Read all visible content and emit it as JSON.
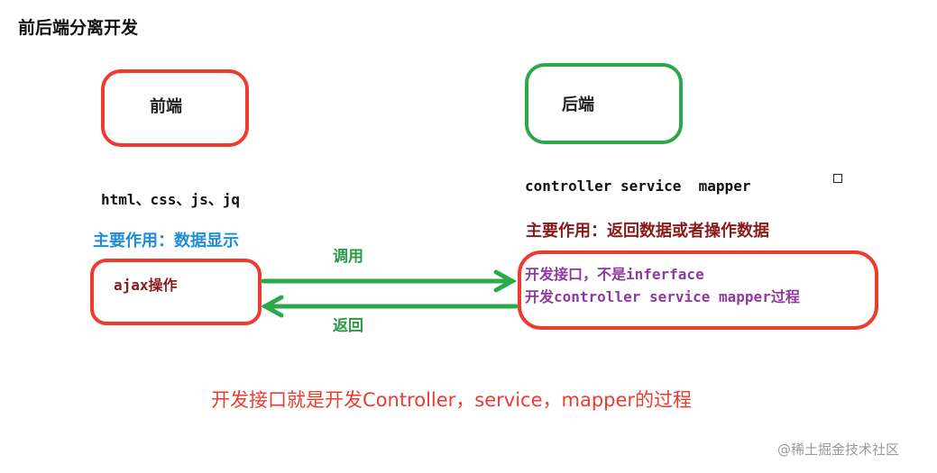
{
  "title": "前后端分离开发",
  "frontend": {
    "label": "前端",
    "tech": "html、css、js、jq",
    "role": "主要作用：数据显示",
    "ajax": "ajax操作"
  },
  "backend": {
    "label": "后端",
    "tech": "controller service  mapper",
    "role": "主要作用：返回数据或者操作数据",
    "line1": "开发接口，不是inferface",
    "line2": "开发controller service mapper过程"
  },
  "arrows": {
    "call": "调用",
    "return": "返回"
  },
  "summary": "开发接口就是开发Controller，service，mapper的过程",
  "watermark": "@稀土掘金技术社区",
  "colors": {
    "red": "#ee3b2f",
    "green": "#2aa84a",
    "blue": "#1e8ed6",
    "darkred": "#8b1a1a",
    "purple": "#8e3aa0"
  }
}
